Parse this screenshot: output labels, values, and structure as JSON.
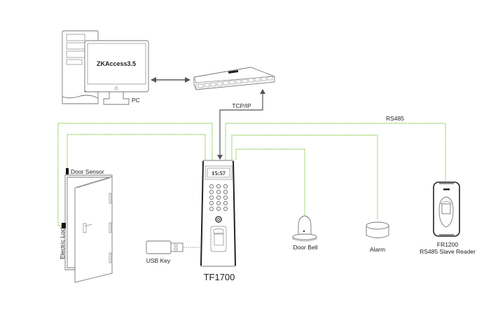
{
  "colors": {
    "wire": "#9ad46a",
    "data_line": "#555555",
    "outline": "#777777"
  },
  "nodes": {
    "pc": {
      "label": "PC",
      "screen_text": "ZKAccess3.5"
    },
    "switch": {
      "label": ""
    },
    "terminal": {
      "label": "TF1700",
      "lcd_time": "15:57"
    },
    "door": {
      "sensor_label": "Door Sensor",
      "lock_label": "Electric Lock"
    },
    "usb": {
      "label": "USB Key"
    },
    "door_bell": {
      "label": "Door Bell"
    },
    "alarm": {
      "label": "Alarm"
    },
    "reader": {
      "label_line1": "FR1200",
      "label_line2": "RS485 Slave Reader"
    }
  },
  "connections": {
    "pc_switch": {
      "type": "bidirectional"
    },
    "tcpip": {
      "label": "TCP/IP"
    },
    "rs485": {
      "label": "RS485"
    }
  }
}
